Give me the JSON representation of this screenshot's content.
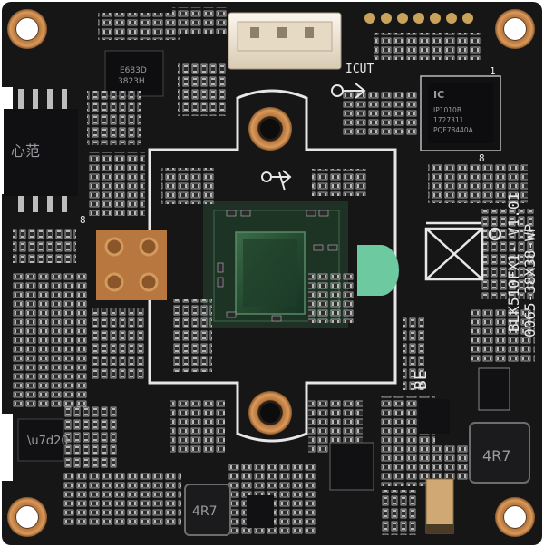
{
  "board": {
    "model_text": "BLK510FX1- V1.01",
    "part_text": "0065-38X38-WP",
    "connector_label": "ICUT",
    "marking_be": "BE",
    "inductor_left": "4R7",
    "inductor_right": "4R7",
    "pin_label_8_left": "8",
    "pin_label_8_right": "8",
    "pin_label_1": "1",
    "chip_left_marking_1": "E683D",
    "chip_left_marking_2": "3823H",
    "chip_right_marking_1": "IP1010B",
    "chip_right_marking_2": "1727311",
    "chip_right_marking_3": "PQF78440A",
    "chip_small_marking": "心范"
  },
  "colors": {
    "pcb": "#161616",
    "silkscreen": "#e8e8e8",
    "copper_pad": "#c07a3c",
    "gold_pad": "#c9a35a",
    "sensor_green": "#2d5a3a",
    "connector": "#efe6d6",
    "teal_pad": "#6cc9a0"
  }
}
